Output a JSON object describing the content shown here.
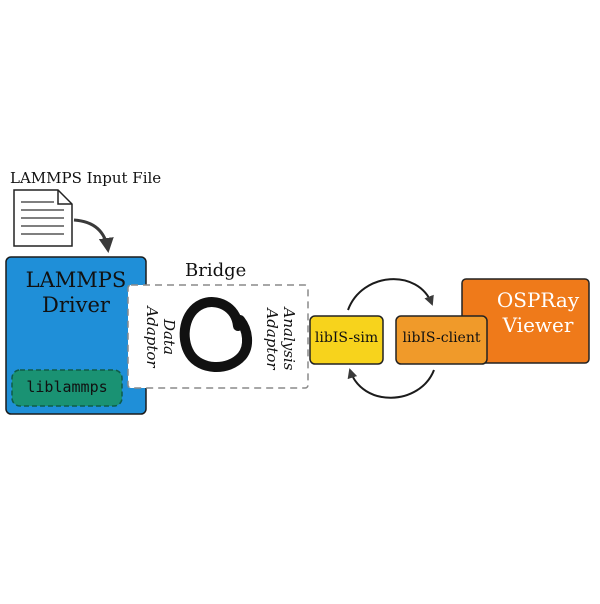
{
  "input_file": {
    "label": "LAMMPS Input File"
  },
  "driver": {
    "title_line1": "LAMMPS",
    "title_line2": "Driver",
    "lib_label": "liblammps",
    "color": "#1f8fd8",
    "lib_color": "#1a9273"
  },
  "bridge": {
    "title": "Bridge",
    "data_adaptor_line1": "Data",
    "data_adaptor_line2": "Adaptor",
    "analysis_adaptor_line1": "Analysis",
    "analysis_adaptor_line2": "Adaptor"
  },
  "libis_sim": {
    "label": "libIS-sim",
    "color": "#f7d31c"
  },
  "libis_client": {
    "label": "libIS-client",
    "color": "#f09a2a"
  },
  "viewer": {
    "title_line1": "OSPRay",
    "title_line2": "Viewer",
    "color": "#ef7a1a"
  },
  "icons": {
    "document": "document-icon",
    "enso": "enso-circle-icon"
  }
}
